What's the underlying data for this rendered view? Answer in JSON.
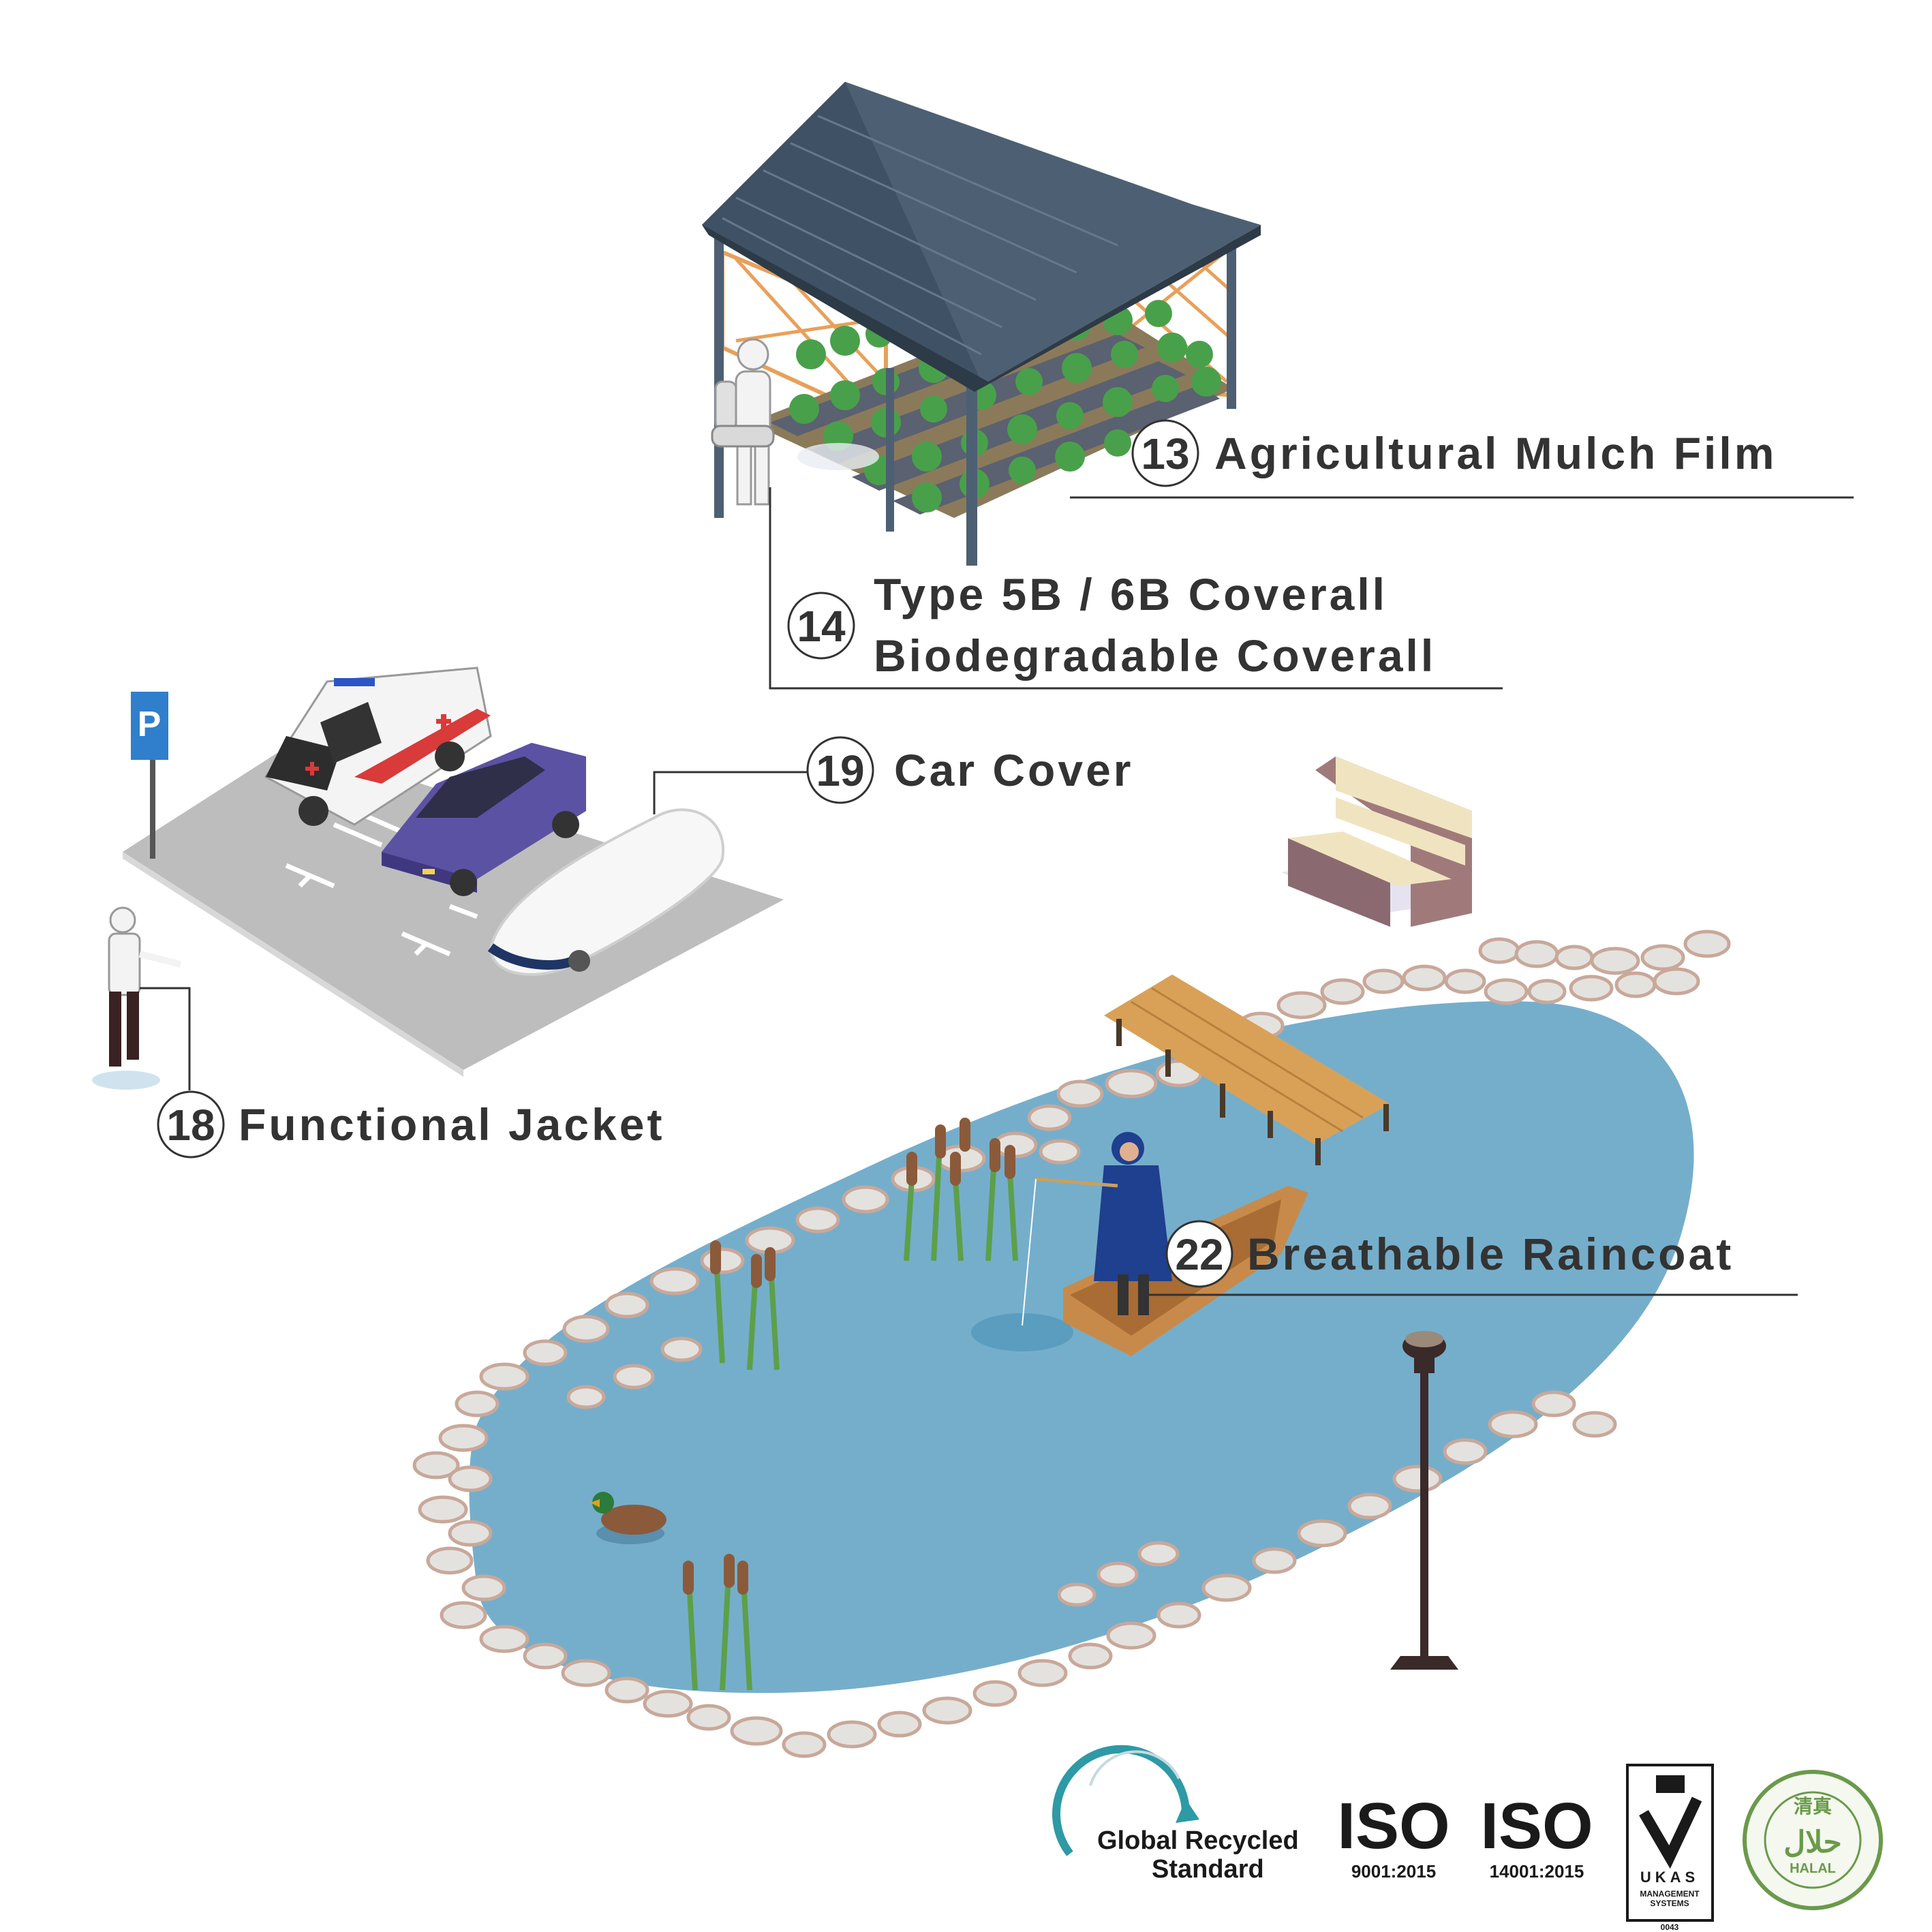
{
  "colors": {
    "water": "#75aecb",
    "stone_fill": "#e4e2de",
    "stone_edge": "#c8a89a",
    "roof": "#4d6073",
    "plant": "#49a04a",
    "lot": "#bdbdbd",
    "text": "#333333",
    "raincoat": "#1f3f8f",
    "car_purple": "#5b52a3"
  },
  "icons": [
    "parking-sign-icon",
    "ambulance-icon",
    "duck-icon",
    "street-lamp-icon",
    "bench-icon",
    "fishing-boat-icon"
  ],
  "callouts": {
    "c13": {
      "number": "13",
      "label": "Agricultural Mulch Film"
    },
    "c14": {
      "number": "14",
      "line1": "Type 5B / 6B Coverall",
      "line2": "Biodegradable Coverall"
    },
    "c19": {
      "number": "19",
      "label": "Car Cover"
    },
    "c18": {
      "number": "18",
      "label": "Functional Jacket"
    },
    "c22": {
      "number": "22",
      "label": "Breathable Raincoat"
    }
  },
  "certifications": {
    "grs": {
      "line1": "Global Recycled",
      "line2": "Standard"
    },
    "iso1": {
      "title": "ISO",
      "code": "9001:2015"
    },
    "iso2": {
      "title": "ISO",
      "code": "14001:2015"
    },
    "ukas": {
      "title": "UKAS",
      "line1": "MANAGEMENT",
      "line2": "SYSTEMS",
      "number": "0043"
    },
    "halal": {
      "word": "HALAL",
      "arabic": "حلال",
      "chinese": "清真"
    }
  }
}
